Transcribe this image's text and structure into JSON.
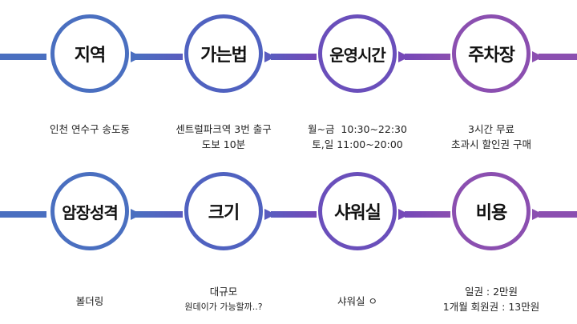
{
  "colors": {
    "blue": "#4a6fc0",
    "indigo": "#5a5cbf",
    "violet": "#7548b8",
    "purple": "#8b4fb0"
  },
  "top_row": {
    "items": [
      {
        "title": "지역",
        "lines": [
          "인천 연수구 송도동"
        ]
      },
      {
        "title": "가는법",
        "lines": [
          "센트럴파크역 3번 출구",
          "도보 10분"
        ]
      },
      {
        "title": "운영시간",
        "lines": [
          "월~금  10:30~22:30",
          "토,일 11:00~20:00"
        ]
      },
      {
        "title": "주차장",
        "lines": [
          "3시간 무료",
          "초과시 할인권 구매"
        ]
      }
    ]
  },
  "bottom_row": {
    "items": [
      {
        "title": "암장성격",
        "lines": [
          "볼더링"
        ]
      },
      {
        "title": "크기",
        "lines": [
          "대규모",
          "원데이가 가능할까..?"
        ]
      },
      {
        "title": "샤워실",
        "lines": [
          "샤워실 ㅇ"
        ]
      },
      {
        "title": "비용",
        "lines": [
          "일권 : 2만원",
          "1개월 회원권 : 13만원"
        ]
      }
    ]
  }
}
